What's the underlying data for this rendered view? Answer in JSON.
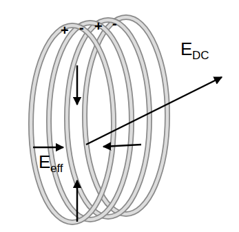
{
  "diagram": {
    "labels": [
      "+",
      "-",
      "+",
      "-",
      "E",
      "eff",
      "E",
      "DC"
    ]
  }
}
